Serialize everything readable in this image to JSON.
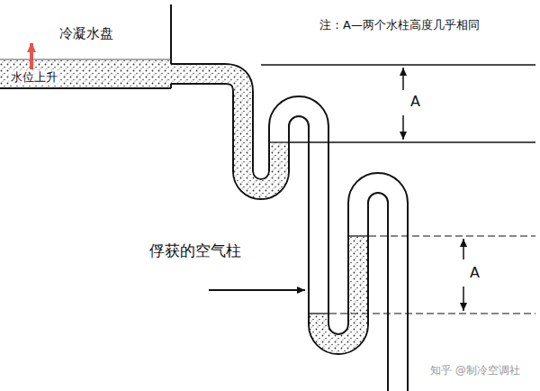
{
  "diagram": {
    "nodes": [
      {
        "text": [
          "冷凝水盘",
          "水位上升"
        ]
      }
    ],
    "labels": [
      "注：A—两个水柱高度几乎相同",
      "A",
      "A",
      "俘获的空气柱",
      "知乎 @制冷空调社"
    ]
  }
}
